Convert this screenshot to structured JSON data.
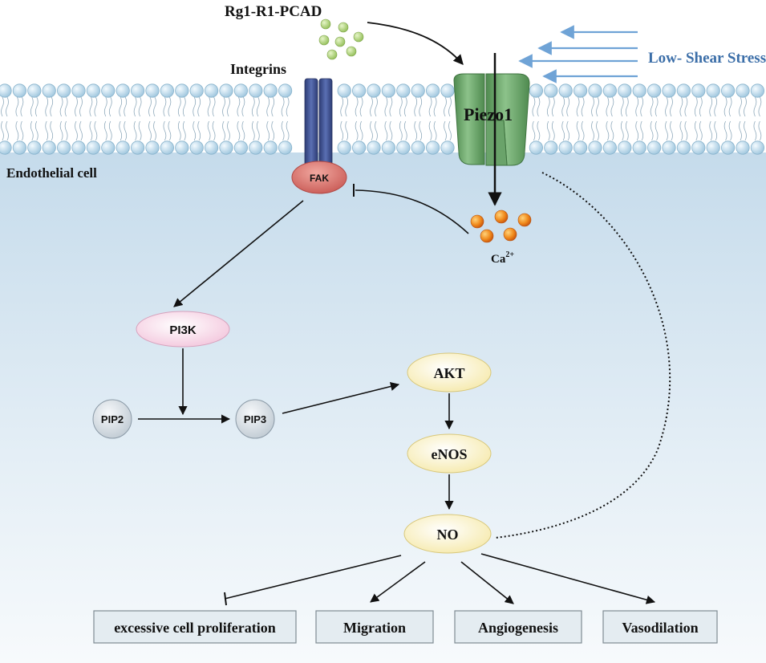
{
  "labels": {
    "compound": "Rg1-R1-PCAD",
    "integrins": "Integrins",
    "shear": "Low- Shear Stress",
    "piezo": "Piezo1",
    "cell": "Endothelial cell",
    "fak": "FAK",
    "calcium": "Ca",
    "calcium_sup": "2+",
    "pi3k": "PI3K",
    "pip2": "PIP2",
    "pip3": "PIP3",
    "akt": "AKT",
    "enos": "eNOS",
    "no": "NO"
  },
  "outcomes": [
    "excessive cell proliferation",
    "Migration",
    "Angiogenesis",
    "Vasodilation"
  ],
  "colors": {
    "shear_arrow": "#6fa3d6",
    "shear_text": "#3b6ea8",
    "piezo": "#6aa36a",
    "integrin": "#3d4f8f",
    "fak": "#d9706a",
    "calcium": "#f08a1c",
    "compound": "#a9cf6f",
    "pi3k": "#f6d6e6",
    "node_yellow": "#fbf3c8",
    "node_gray": "#dfe5ea",
    "outcome_box": "#e4ecf1",
    "cytoplasm_top": "#c5dbeb"
  }
}
